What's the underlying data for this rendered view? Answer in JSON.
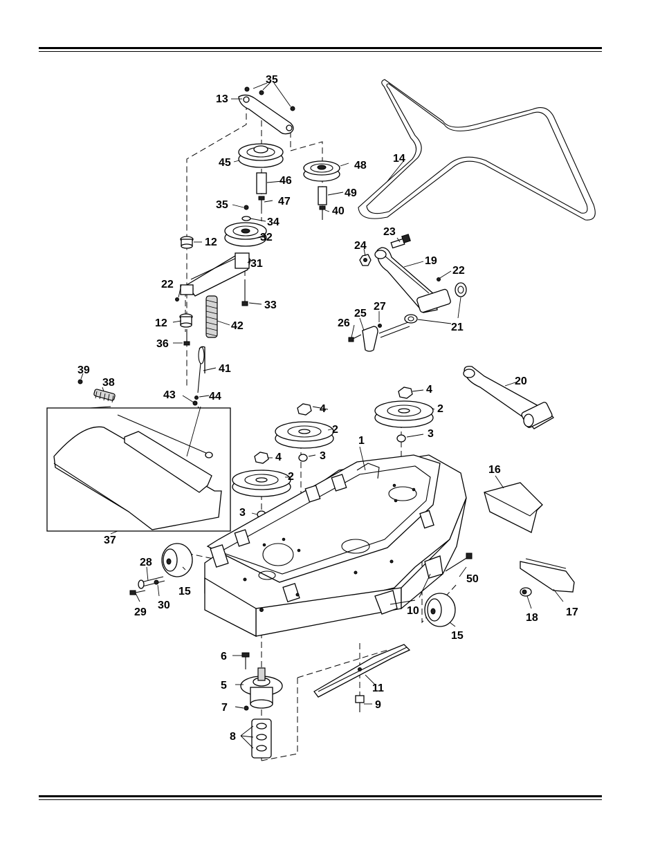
{
  "page": {
    "header_rule": "double",
    "footer_rule": "double"
  },
  "diagram": {
    "type": "exploded-parts-view",
    "callouts": [
      "1",
      "2",
      "3",
      "4",
      "5",
      "6",
      "7",
      "8",
      "9",
      "10",
      "11",
      "12",
      "13",
      "14",
      "15",
      "16",
      "17",
      "18",
      "19",
      "20",
      "21",
      "22",
      "23",
      "24",
      "25",
      "26",
      "27",
      "28",
      "29",
      "30",
      "31",
      "32",
      "33",
      "34",
      "35",
      "36",
      "37",
      "38",
      "39",
      "40",
      "41",
      "42",
      "43",
      "44",
      "45",
      "46",
      "47",
      "48",
      "49",
      "50"
    ]
  }
}
